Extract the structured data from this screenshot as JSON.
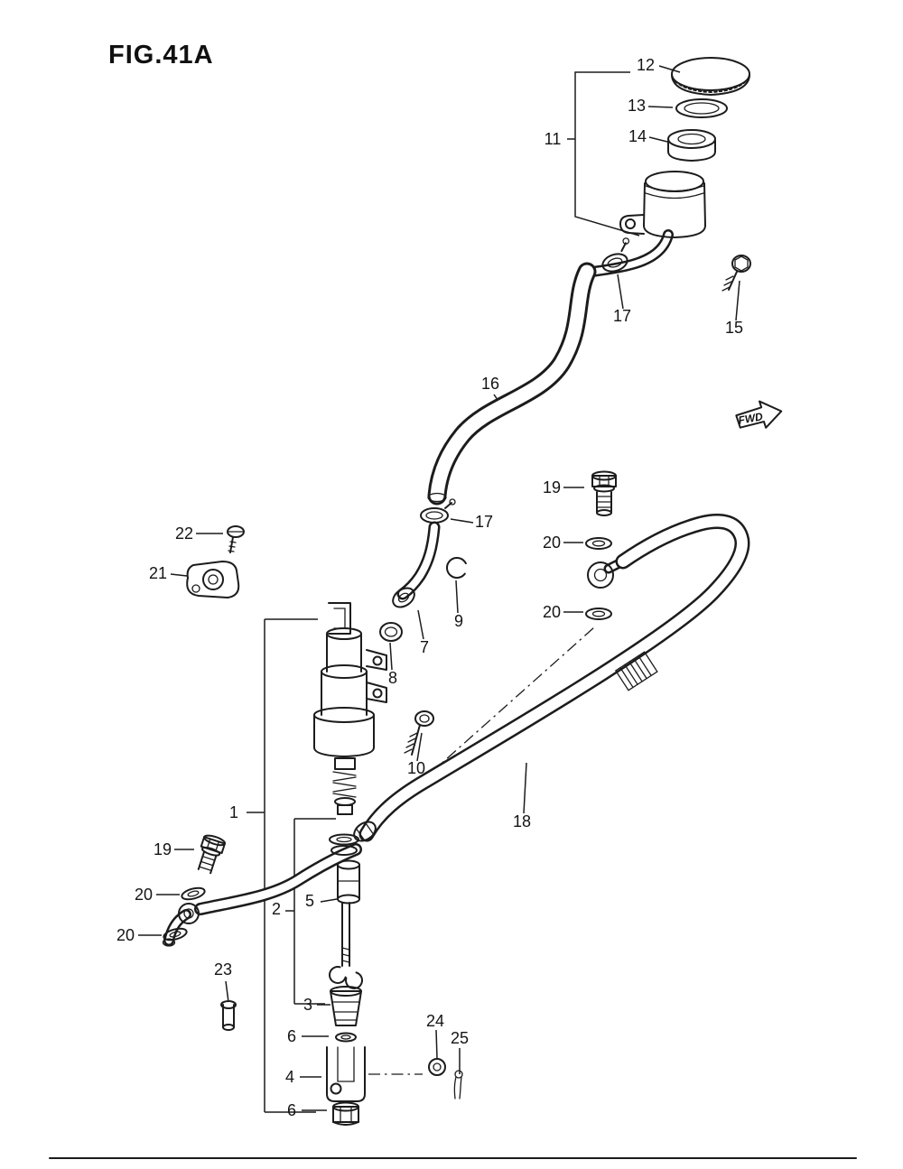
{
  "figure": {
    "title": "FIG.41A",
    "fwd_label": "FWD"
  },
  "callouts": [
    {
      "part": "12"
    },
    {
      "part": "13"
    },
    {
      "part": "14"
    },
    {
      "part": "11"
    },
    {
      "part": "17"
    },
    {
      "part": "15"
    },
    {
      "part": "16"
    },
    {
      "part": "17"
    },
    {
      "part": "19"
    },
    {
      "part": "20"
    },
    {
      "part": "20"
    },
    {
      "part": "22"
    },
    {
      "part": "21"
    },
    {
      "part": "9"
    },
    {
      "part": "7"
    },
    {
      "part": "8"
    },
    {
      "part": "10"
    },
    {
      "part": "1"
    },
    {
      "part": "18"
    },
    {
      "part": "2"
    },
    {
      "part": "5"
    },
    {
      "part": "19"
    },
    {
      "part": "20"
    },
    {
      "part": "20"
    },
    {
      "part": "23"
    },
    {
      "part": "3"
    },
    {
      "part": "6"
    },
    {
      "part": "4"
    },
    {
      "part": "24"
    },
    {
      "part": "25"
    },
    {
      "part": "6"
    }
  ]
}
